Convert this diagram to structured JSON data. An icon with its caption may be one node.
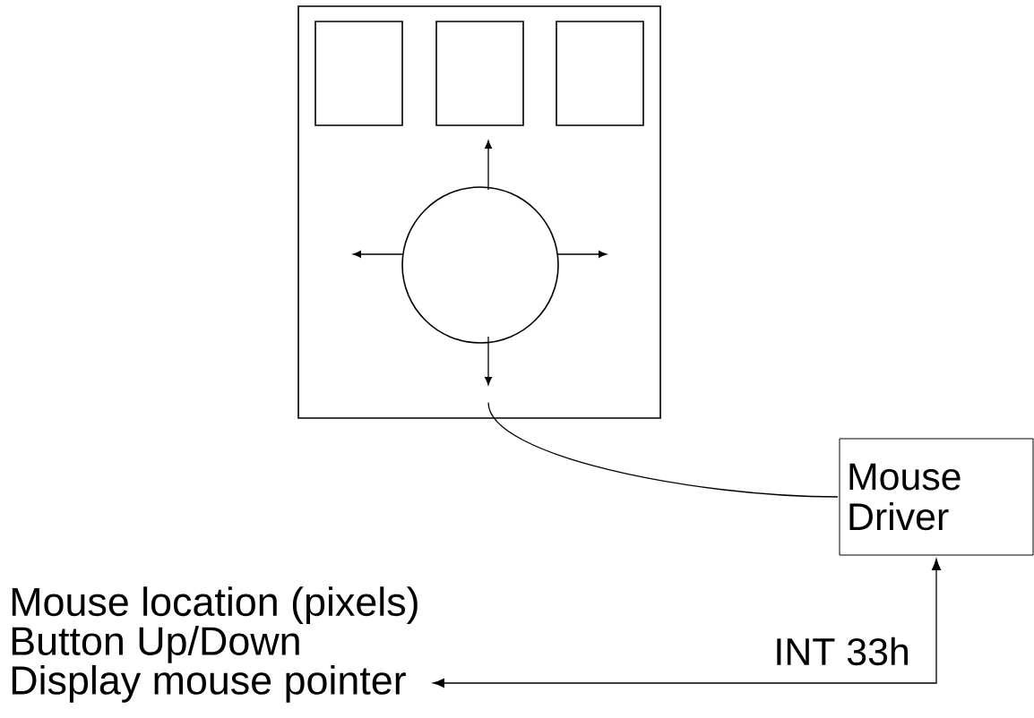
{
  "diagram": {
    "nodes": [
      {
        "text": [],
        "shape": "box"
      },
      {
        "text": [],
        "shape": "box",
        "in": 0
      },
      {
        "text": [],
        "shape": "box",
        "in": 0
      },
      {
        "text": [],
        "shape": "box",
        "in": 0
      },
      {
        "text": [],
        "shape": "circle",
        "in": 0
      },
      {
        "text": [
          "Mouse Driver"
        ]
      },
      {
        "text": [
          "Mouse location (pixels)",
          "Button Up/Down",
          "Display mouse pointer"
        ]
      }
    ],
    "edges": [
      {
        "from": 0,
        "to": 5,
        "arrow": "none"
      },
      {
        "from": 6,
        "to": 5,
        "arrow": "both",
        "label": "INT  33h"
      }
    ]
  }
}
